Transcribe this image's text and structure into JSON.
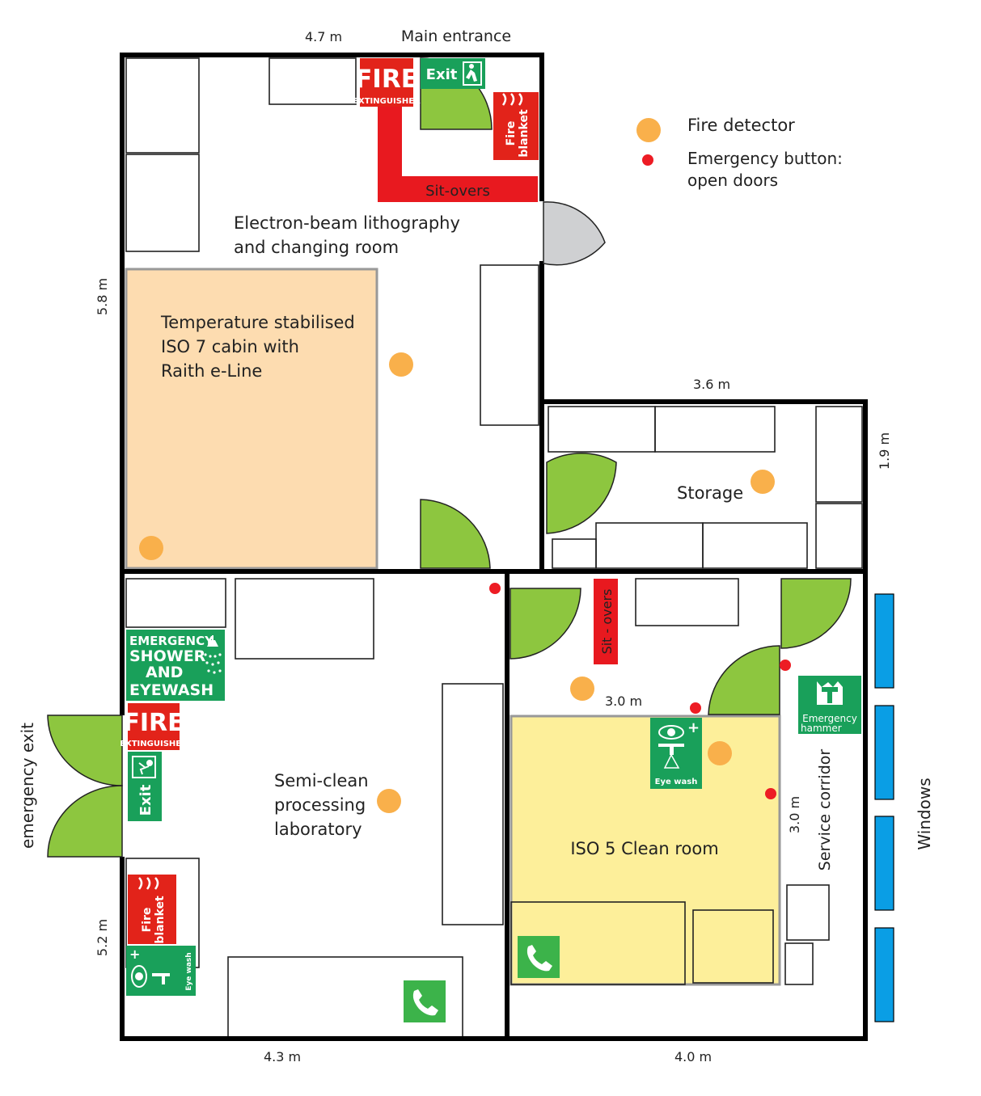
{
  "dimensions": {
    "top_width": "4.7 m",
    "left_height": "5.8 m",
    "storage_width": "3.6 m",
    "storage_height": "1.9 m",
    "clean_width": "3.0 m",
    "clean_height": "3.0 m",
    "lab_height": "5.2 m",
    "bottom_left": "4.3 m",
    "bottom_right": "4.0 m"
  },
  "labels": {
    "main_entrance": "Main entrance",
    "ebl_line1": "Electron-beam lithography",
    "ebl_line2": "and changing room",
    "cabin_line1": "Temperature stabilised",
    "cabin_line2": "ISO 7 cabin with",
    "cabin_line3": "Raith e-Line",
    "storage": "Storage",
    "lab_line1": "Semi-clean",
    "lab_line2": "processing",
    "lab_line3": "laboratory",
    "clean_room": "ISO 5 Clean room",
    "service_corridor": "Service corridor",
    "windows": "Windows",
    "emergency_exit": "emergency exit",
    "sit_overs_top": "Sit-overs",
    "sit_overs_mid": "Sit - overs"
  },
  "legend": {
    "fire_detector": "Fire detector",
    "emergency_button_line1": "Emergency button:",
    "emergency_button_line2": "open doors"
  },
  "signs": {
    "fire": "FIRE",
    "extinguisher": "EXTINGUISHER",
    "exit": "Exit",
    "fire_blanket_1": "Fire",
    "fire_blanket_2": "blanket",
    "shower_1": "EMERGENCY",
    "shower_2": "SHOWER",
    "shower_3": "AND",
    "shower_4": "EYEWASH",
    "eye_wash": "Eye wash",
    "hammer_1": "Emergency",
    "hammer_2": "hammer"
  },
  "colors": {
    "door": "#8dc63f",
    "cabin": "#fddcb0",
    "clean_room": "#fdef9a",
    "sign_red": "#e2231a",
    "sign_green": "#19a05a",
    "detector": "#f9b04b",
    "button": "#ed1c24",
    "window": "#0a9ee5",
    "sit_overs": "#e8191f"
  }
}
